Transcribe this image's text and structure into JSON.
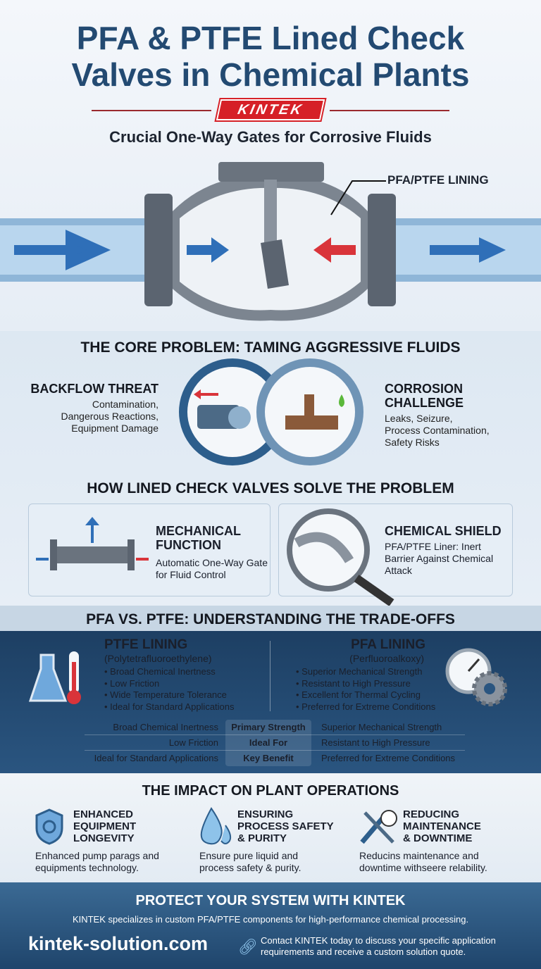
{
  "header": {
    "title_line1": "PFA & PTFE Lined Check",
    "title_line2": "Valves in Chemical Plants",
    "logo": "KINTEK",
    "subtitle": "Crucial One-Way Gates for Corrosive Fluids",
    "lining_label": "PFA/PTFE LINING"
  },
  "colors": {
    "primary": "#234a72",
    "brand_red": "#d62027",
    "dark_band": "#1d3f63",
    "flow_blue": "#2f6fb8",
    "backflow_red": "#d9343a"
  },
  "problem": {
    "title": "THE CORE PROBLEM: TAMING AGGRESSIVE FLUIDS",
    "left": {
      "title": "BACKFLOW THREAT",
      "desc": [
        "Contamination,",
        "Dangerous Reactions,",
        "Equipment Damage"
      ],
      "icon": "pump-backflow-icon"
    },
    "right": {
      "title": "CORROSION CHALLENGE",
      "desc": [
        "Leaks, Seizure,",
        "Process Contamination,",
        "Safety Risks"
      ],
      "icon": "corroded-valve-icon"
    }
  },
  "solution": {
    "title": "HOW LINED CHECK VALVES SOLVE THE PROBLEM",
    "cards": [
      {
        "title": "MECHANICAL FUNCTION",
        "desc": "Automatic One-Way Gate for Fluid Control",
        "icon": "check-valve-icon"
      },
      {
        "title": "CHEMICAL SHIELD",
        "desc": "PFA/PTFE Liner: Inert Barrier Against Chemical Attack",
        "icon": "magnifier-icon"
      }
    ]
  },
  "comparison": {
    "title": "PFA VS. PTFE: UNDERSTANDING THE TRADE-OFFS",
    "ptfe": {
      "title": "PTFE LINING",
      "subtitle": "(Polytetrafluoroethylene)",
      "items": [
        "Broad Chemical Inertness",
        "Low Friction",
        "Wide Temperature Tolerance",
        "Ideal for Standard Applications"
      ]
    },
    "pfa": {
      "title": "PFA LINING",
      "subtitle": "(Perfluoroalkoxy)",
      "items": [
        "Superior Mechanical Strength",
        "Resistant to High Pressure",
        "Excellent for Thermal Cycling",
        "Preferred for Extreme Conditions"
      ]
    },
    "table": [
      {
        "ptfe": "Broad Chemical Inertness",
        "label": "Primary Strength",
        "pfa": "Superior Mechanical Strength"
      },
      {
        "ptfe": "Low Friction",
        "label": "Ideal For",
        "pfa": "Resistant to High Pressure"
      },
      {
        "ptfe": "Ideal for Standard Applications",
        "label": "Key Benefit",
        "pfa": "Preferred for Extreme Conditions"
      }
    ]
  },
  "impact": {
    "title": "THE IMPACT ON PLANT OPERATIONS",
    "items": [
      {
        "title": [
          "ENHANCED",
          "EQUIPMENT",
          "LONGEVITY"
        ],
        "desc": [
          "Enhanced pump parags and",
          "equipments technology."
        ],
        "icon": "shield-gear-icon"
      },
      {
        "title": [
          "ENSURING",
          "PROCESS SAFETY",
          "& PURITY"
        ],
        "desc": [
          "Ensure pure liquid and",
          "process safety & purity."
        ],
        "icon": "water-drops-icon"
      },
      {
        "title": [
          "REDUCING",
          "MAINTENANCE",
          "& DOWNTIME"
        ],
        "desc": [
          "Reducins maintenance and",
          "downtime withseere relability."
        ],
        "icon": "wrench-clock-icon"
      }
    ]
  },
  "footer": {
    "title": "PROTECT YOUR SYSTEM WITH KINTEK",
    "desc": "KINTEK specializes in custom PFA/PTFE components for high-performance chemical processing.",
    "website": "kintek-solution.com",
    "contact": [
      "Contact KINTEK today to discuss your specific application",
      "requirements and receive a custom solution quote."
    ]
  }
}
